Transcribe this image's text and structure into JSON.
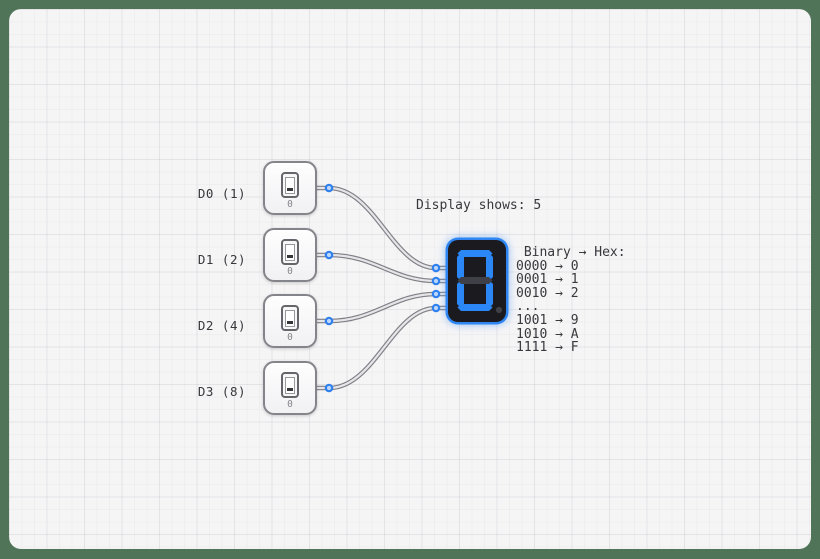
{
  "annotations": {
    "display_note": "Display shows: 5",
    "hex_table_lines": [
      " Binary → Hex:",
      "0000 → 0",
      "0001 → 1",
      "0010 → 2",
      "...",
      "1001 → 9",
      "1010 → A",
      "1111 → F"
    ]
  },
  "switches": [
    {
      "label": "D0 (1)",
      "value": "0"
    },
    {
      "label": "D1 (2)",
      "value": "0"
    },
    {
      "label": "D2 (4)",
      "value": "0"
    },
    {
      "label": "D3 (8)",
      "value": "0"
    }
  ],
  "display": {
    "digit": "0",
    "lit_segments": [
      "a",
      "b",
      "c",
      "d",
      "e",
      "f"
    ],
    "unlit_segments": [
      "g",
      "dp"
    ],
    "lit_color": "#2b87f5",
    "unlit_color": "#3f3f47",
    "body_color": "#1a1a1f",
    "glow_color": "#2f86f3"
  },
  "colors": {
    "frame": "#4f7457",
    "canvas_bg": "#f5f5f6",
    "text": "#38383d",
    "wire_outer": "#7e7e85",
    "wire_inner": "#e6e6e9",
    "node_fill": "#bcd7fb",
    "node_stroke": "#2f80ed",
    "switch_border": "#84848b",
    "display_body": "#1a1a1f",
    "display_glow": "#2f86f3"
  }
}
